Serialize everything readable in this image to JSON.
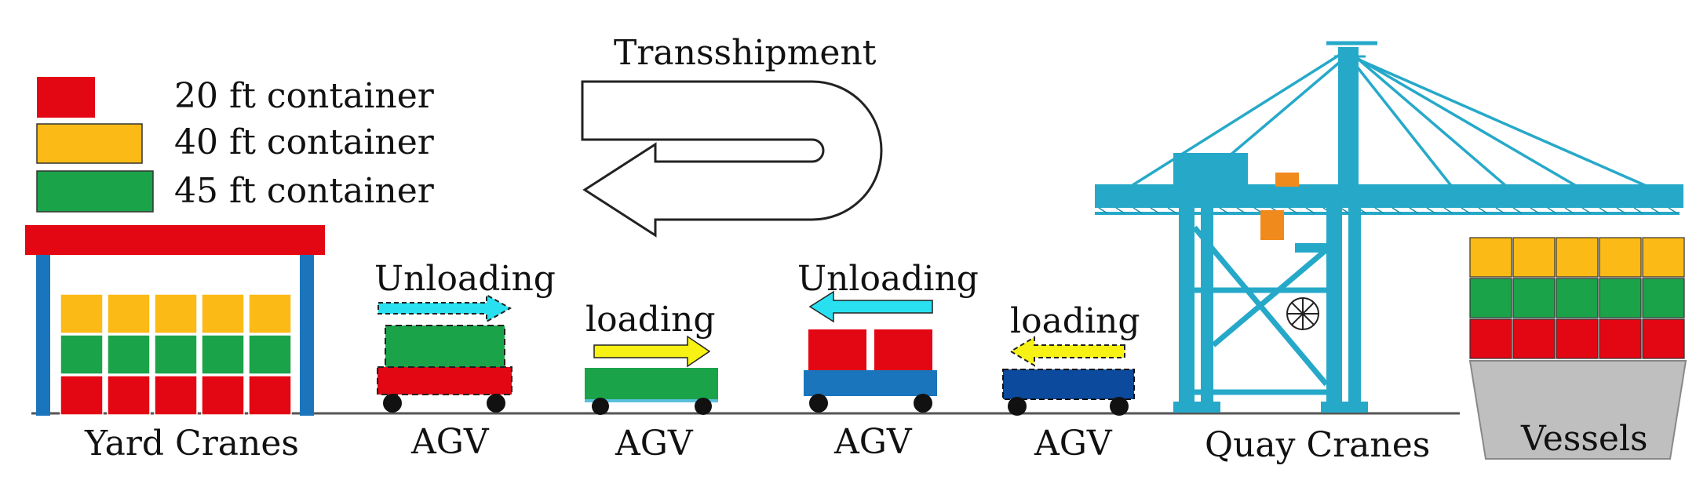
{
  "legend": [
    {
      "label": "20 ft container",
      "color": "#E30613"
    },
    {
      "label": "40 ft container",
      "color": "#FBBA15"
    },
    {
      "label": "45 ft container",
      "color": "#1BA34A"
    }
  ],
  "transshipment_label": "Transshipment",
  "labels": {
    "yard_cranes": "Yard Cranes",
    "quay_cranes": "Quay Cranes",
    "vessels": "Vessels"
  },
  "agvs": [
    {
      "name": "AGV",
      "action": "Unloading",
      "action_direction": "right",
      "arrow_color": "#29E0F0"
    },
    {
      "name": "AGV",
      "action": "loading",
      "action_direction": "right",
      "arrow_color": "#F7F114"
    },
    {
      "name": "AGV",
      "action": "Unloading",
      "action_direction": "left",
      "arrow_color": "#29E0F0"
    },
    {
      "name": "AGV",
      "action": "loading",
      "action_direction": "left",
      "arrow_color": "#F7F114"
    }
  ],
  "colors": {
    "red": "#E30613",
    "yellow": "#FBBA15",
    "green": "#1BA34A",
    "crane_blue": "#26A9C9",
    "agv_blue": "#1B75BC",
    "agv_dark_blue": "#0B4A9C",
    "hull_gray": "#BFBFBF"
  },
  "icons": [
    "transshipment-u-arrow-icon",
    "crane-icon",
    "wheel-icon",
    "arrow-icon"
  ]
}
